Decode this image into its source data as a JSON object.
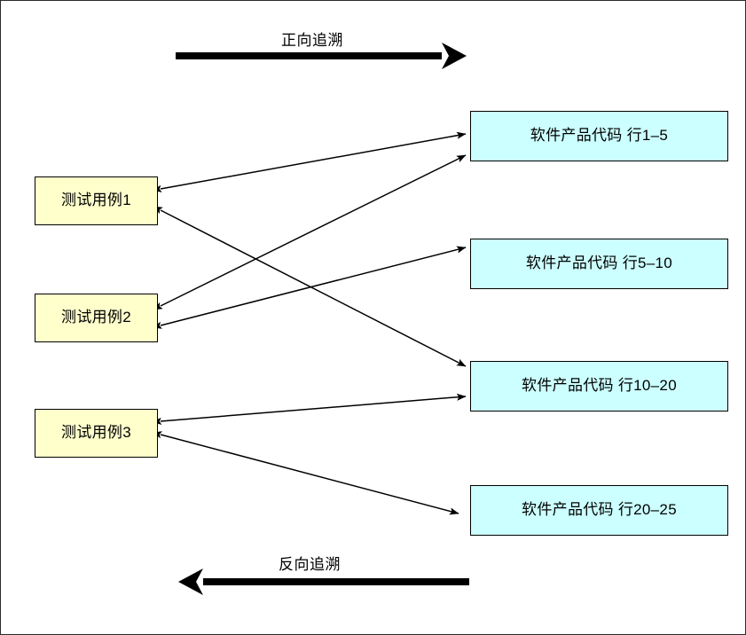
{
  "diagram": {
    "title_forward": "正向追溯",
    "title_backward": "反向追溯",
    "colors": {
      "test_case_fill": "#ffffcc",
      "code_unit_fill": "#ccffff",
      "stroke": "#000000",
      "frame": "#2a2a2a",
      "background": "#ffffff"
    },
    "test_cases": [
      {
        "id": "tc1",
        "label": "测试用例1"
      },
      {
        "id": "tc2",
        "label": "测试用例2"
      },
      {
        "id": "tc3",
        "label": "测试用例3"
      }
    ],
    "code_units": [
      {
        "id": "cu1",
        "label": "软件产品代码 行1–5"
      },
      {
        "id": "cu2",
        "label": "软件产品代码 行5–10"
      },
      {
        "id": "cu3",
        "label": "软件产品代码 行10–20"
      },
      {
        "id": "cu4",
        "label": "软件产品代码 行20–25"
      }
    ],
    "links": [
      {
        "from": "tc1",
        "to": "cu1",
        "type": "bidirectional"
      },
      {
        "from": "tc1",
        "to": "cu3",
        "type": "bidirectional"
      },
      {
        "from": "tc2",
        "to": "cu1",
        "type": "bidirectional"
      },
      {
        "from": "tc2",
        "to": "cu3",
        "type": "bidirectional"
      },
      {
        "from": "tc3",
        "to": "cu3",
        "type": "bidirectional"
      },
      {
        "from": "tc3",
        "to": "cu4",
        "type": "bidirectional"
      }
    ],
    "band_arrows": [
      {
        "id": "forward-arrow",
        "direction": "right"
      },
      {
        "id": "backward-arrow",
        "direction": "left"
      }
    ]
  }
}
